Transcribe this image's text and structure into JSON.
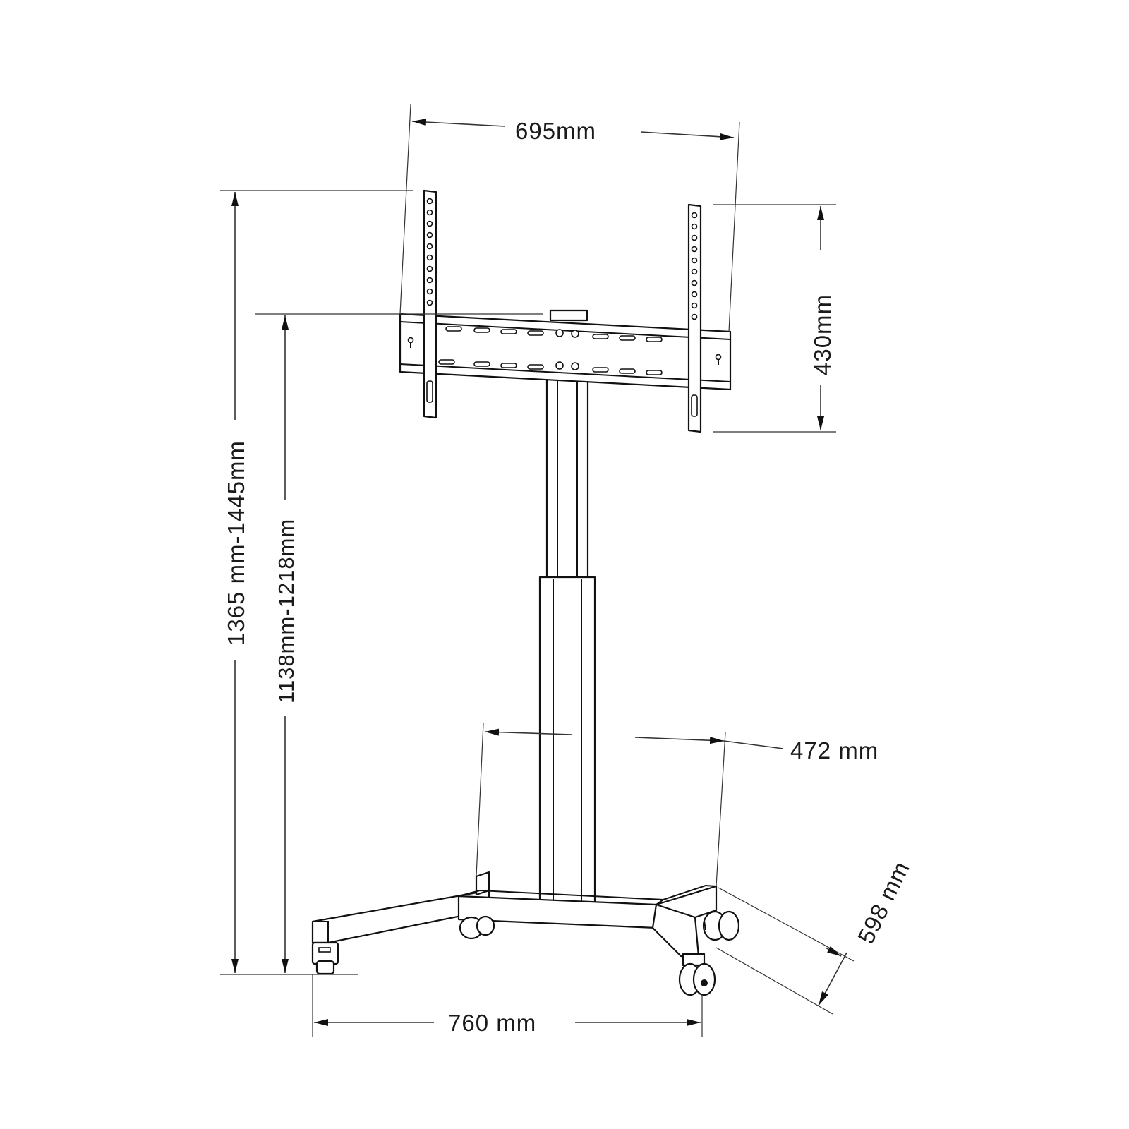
{
  "dimensions": {
    "bracket_width": "695mm",
    "bracket_height": "430mm",
    "total_height": "1365 mm-1445mm",
    "bracket_bottom_height": "1138mm-1218mm",
    "leg_spread": "472 mm",
    "base_depth": "598 mm",
    "base_width": "760 mm"
  },
  "colors": {
    "line": "#111111",
    "background": "#ffffff"
  }
}
